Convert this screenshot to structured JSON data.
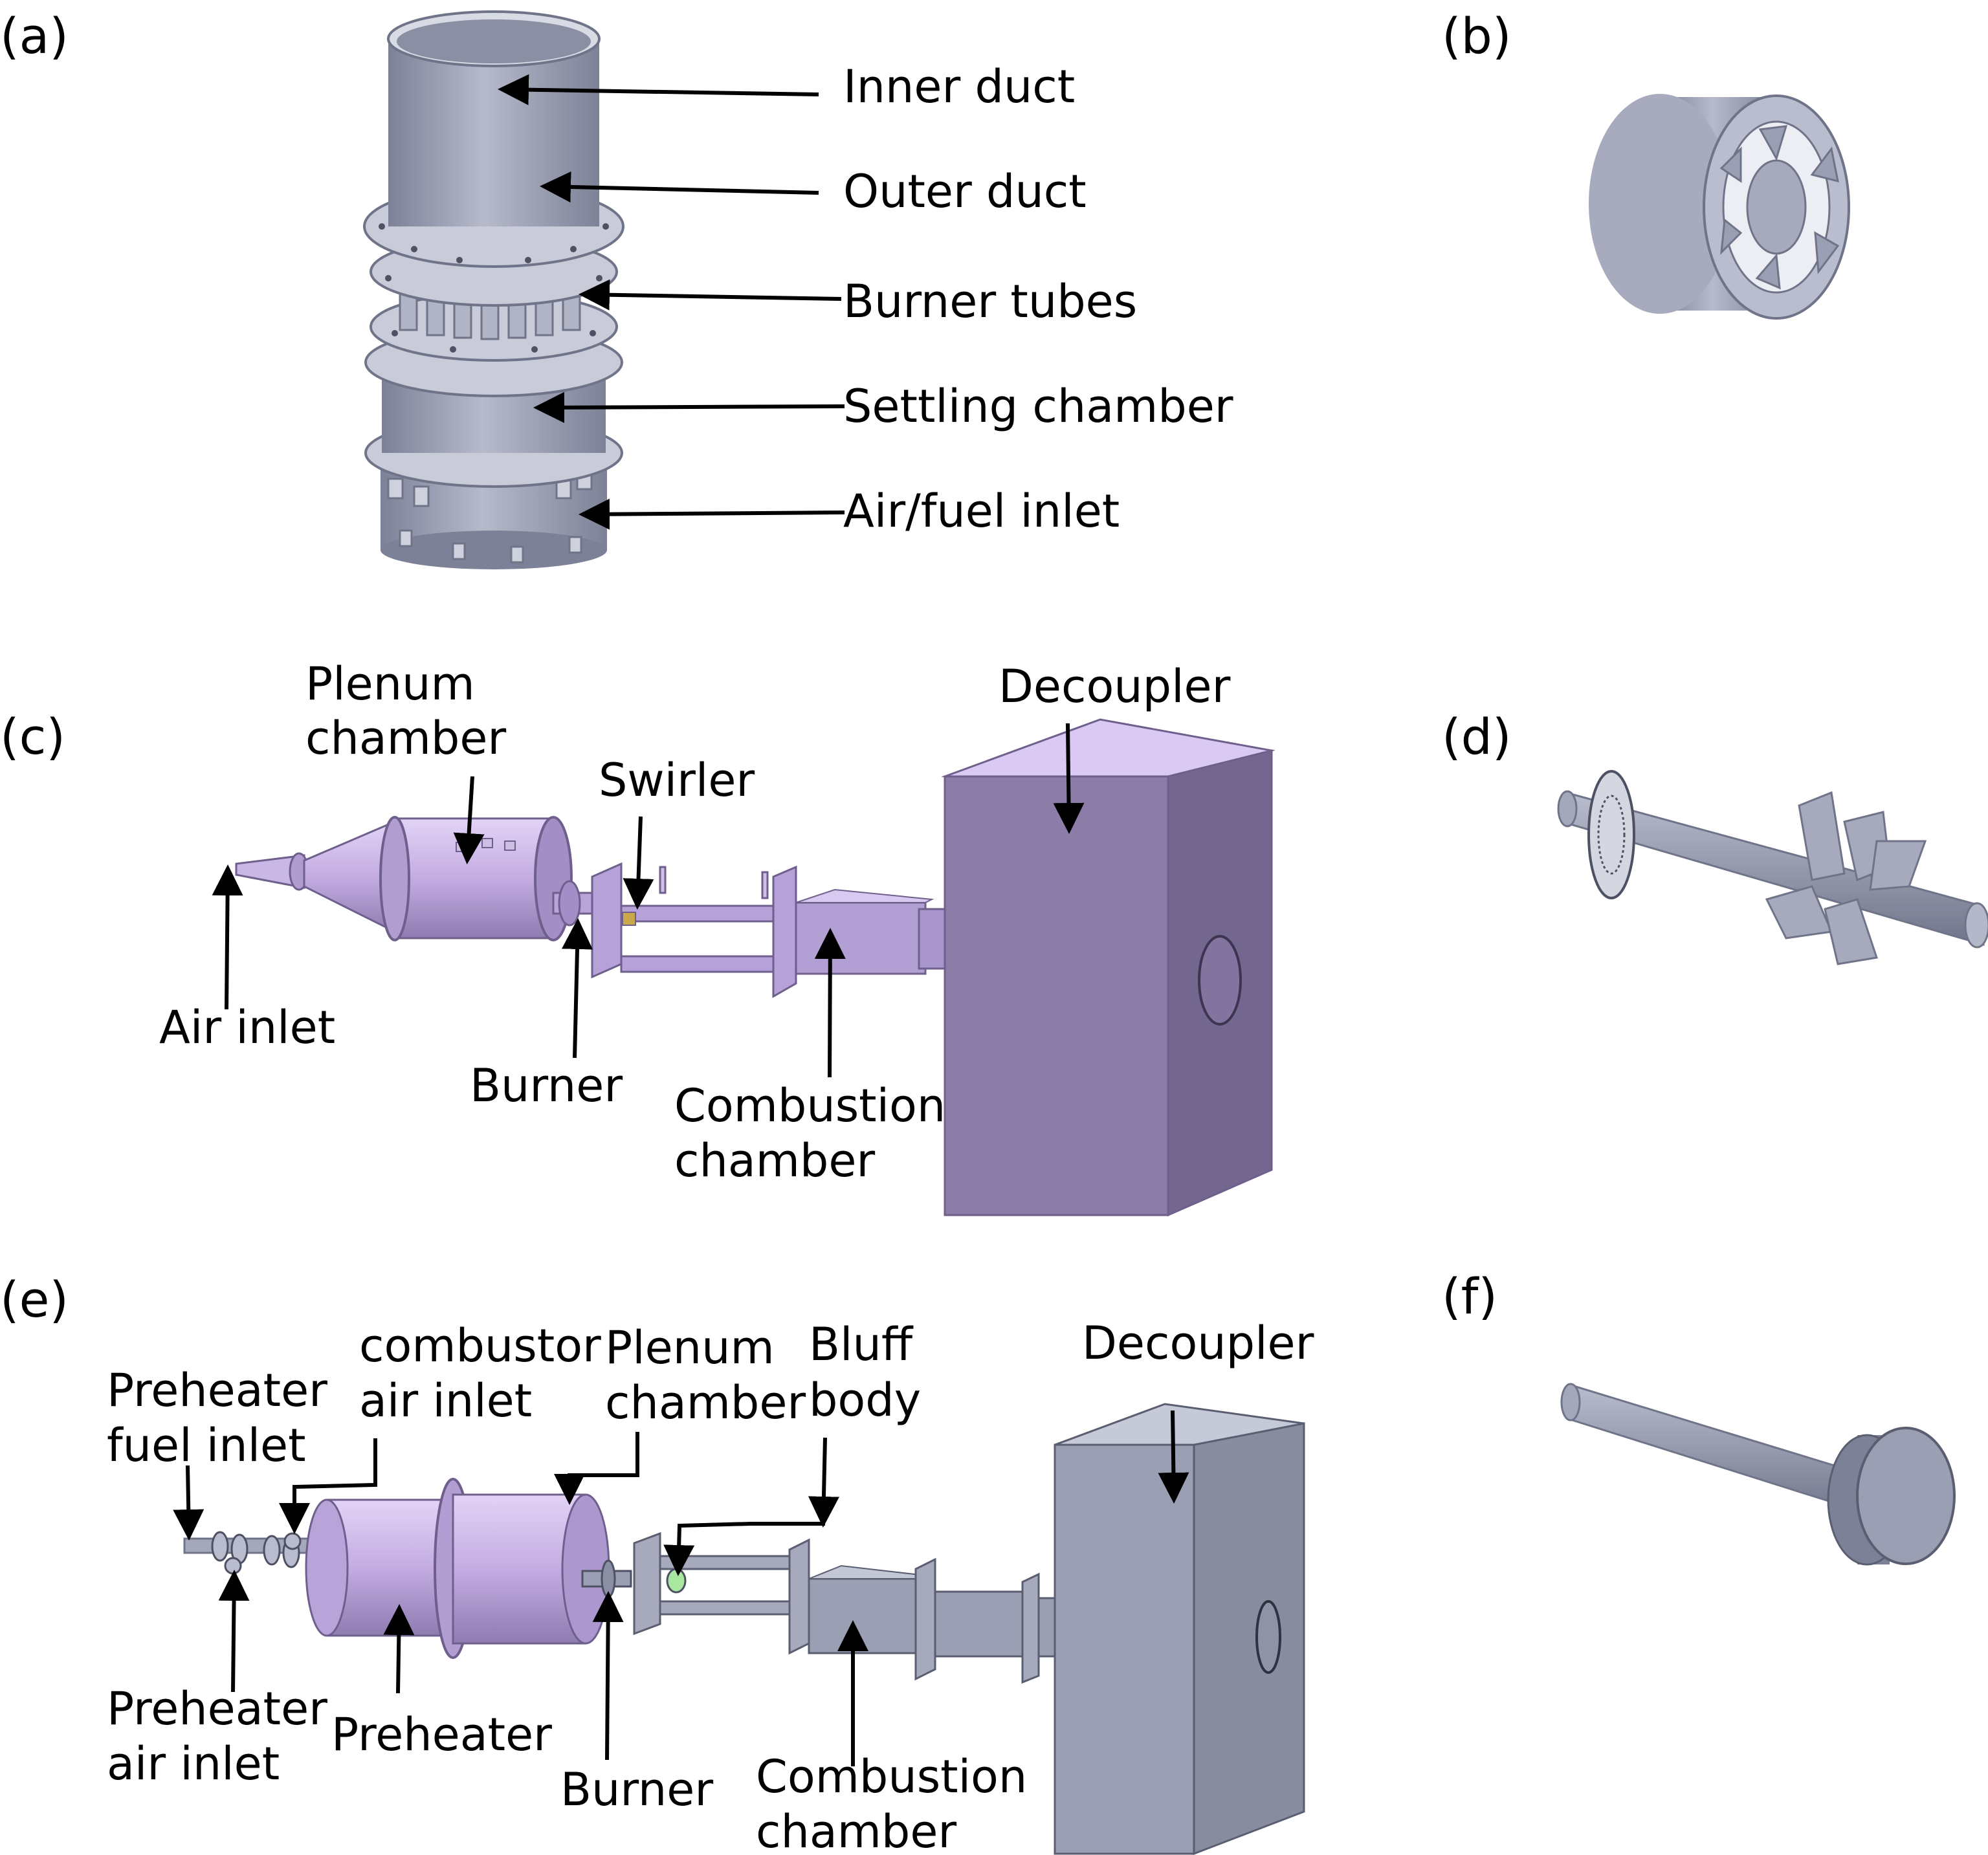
{
  "panels": {
    "a": {
      "label": "(a)",
      "callouts": [
        "Inner duct",
        "Outer duct",
        "Burner tubes",
        "Settling chamber",
        "Air/fuel inlet"
      ]
    },
    "b": {
      "label": "(b)"
    },
    "c": {
      "label": "(c)",
      "callouts": {
        "plenum_l1": "Plenum",
        "plenum_l2": "chamber",
        "swirler": "Swirler",
        "decoupler": "Decoupler",
        "air_inlet": "Air  inlet",
        "burner": "Burner",
        "combustion_l1": "Combustion",
        "combustion_l2": "chamber"
      }
    },
    "d": {
      "label": "(d)"
    },
    "e": {
      "label": "(e)",
      "callouts": {
        "preheater_fuel_l1": "Preheater",
        "preheater_fuel_l2": "fuel inlet",
        "combustor_air_l1": "combustor",
        "combustor_air_l2": "air inlet",
        "plenum_l1": "Plenum",
        "plenum_l2": "chamber",
        "bluff_l1": "Bluff",
        "bluff_l2": "body",
        "decoupler": "Decoupler",
        "preheater_air_l1": "Preheater",
        "preheater_air_l2": "air inlet",
        "preheater": "Preheater",
        "burner": "Burner",
        "combustion_l1": "Combustion",
        "combustion_l2": "chamber"
      }
    },
    "f": {
      "label": "(f)"
    }
  },
  "colors": {
    "steel": "#9a9fb3",
    "steel_dark": "#6f7489",
    "steel_light": "#c4c8d6",
    "violet": "#c9b3e6",
    "violet_dark": "#8a7aa6",
    "violet_box": "#8f7fa8"
  }
}
